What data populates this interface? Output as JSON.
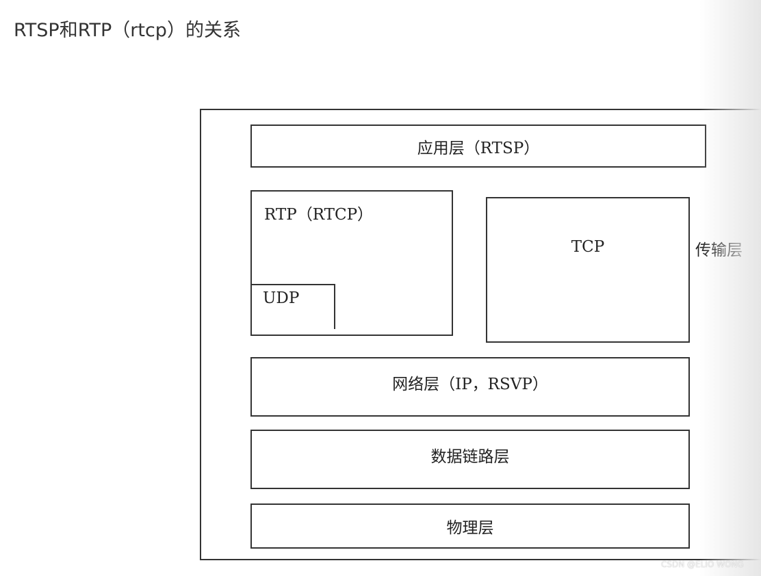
{
  "heading": "RTSP和RTP（rtcp）的关系",
  "diagram": {
    "application_layer": "应用层（RTSP）",
    "rtp_label": "RTP（RTCP）",
    "udp_label": "UDP",
    "tcp_label": "TCP",
    "transport_label": "传输层",
    "network_layer": "网络层（IP，RSVP）",
    "datalink_layer": "数据链路层",
    "physical_layer": "物理层"
  },
  "watermark": "CSDN @ELIO WONG"
}
